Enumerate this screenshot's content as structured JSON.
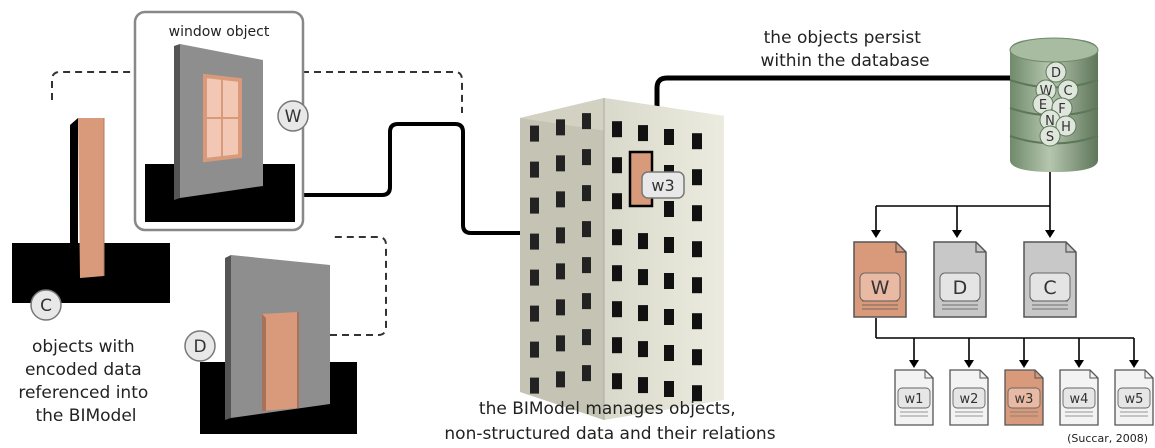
{
  "labels": {
    "window_object": "window object",
    "objects_encoded": [
      "objects with",
      "encoded data",
      "referenced into",
      "the BIModel"
    ],
    "persist": [
      "the objects persist",
      "within the database"
    ],
    "bimodel_manages": [
      "the BIModel manages objects,",
      "non-structured data and their relations"
    ],
    "citation": "(Succar, 2008)"
  },
  "objects": {
    "window_tag": "W",
    "column_tag": "C",
    "door_tag": "D",
    "building_tag": "w3"
  },
  "database_letters": [
    "D",
    "W",
    "C",
    "E",
    "F",
    "N",
    "H",
    "S"
  ],
  "documents": [
    "W",
    "D",
    "C"
  ],
  "sub_documents": [
    "w1",
    "w2",
    "w3",
    "w4",
    "w5"
  ],
  "colors": {
    "accent": "#d99a7c",
    "wall": "#8e8e8e",
    "dark": "#111111",
    "building": "#e4e3d6",
    "database": "#8fa58a",
    "doc_gray": "#c8c8c8"
  }
}
